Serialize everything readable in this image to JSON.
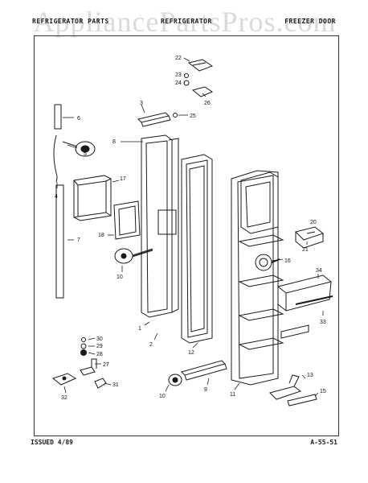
{
  "watermark": "AppliancePartsPros.com",
  "header": {
    "left": "REFRIGERATOR PARTS",
    "middle": "REFRIGERATOR",
    "right": "FREEZER DOOR"
  },
  "footer": {
    "issued": "ISSUED 4/89",
    "code": "A-55-51"
  },
  "callouts": {
    "c1": "1",
    "c2": "2",
    "c3": "3",
    "c4": "4",
    "c5": "5",
    "c6": "6",
    "c7": "7",
    "c8": "8",
    "c9": "9",
    "c10a": "10",
    "c10b": "10",
    "c11": "11",
    "c12": "12",
    "c13": "13",
    "c15": "15",
    "c16": "16",
    "c17": "17",
    "c18": "18",
    "c20": "20",
    "c21": "21",
    "c22": "22",
    "c23": "23",
    "c24": "24",
    "c25": "25",
    "c26": "26",
    "c27": "27",
    "c28": "28",
    "c29": "29",
    "c30": "30",
    "c31": "31",
    "c32": "32",
    "c33": "33",
    "c34": "34"
  }
}
